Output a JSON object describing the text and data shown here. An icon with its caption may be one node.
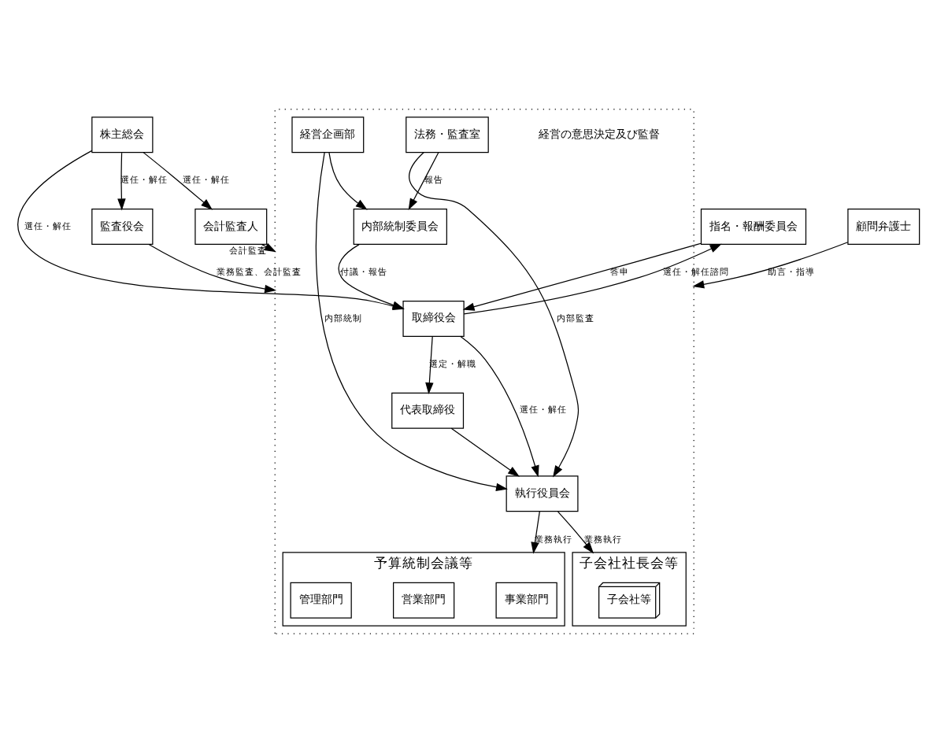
{
  "diagram": {
    "nodes": [
      {
        "text": [
          "株主総会"
        ]
      },
      {
        "text": [
          "指名・報酬委員会"
        ]
      },
      {
        "text": [],
        "shape": "box"
      },
      {
        "text": [
          "取締役会"
        ],
        "in": 2
      },
      {
        "text": [
          "監査役会"
        ]
      },
      {
        "text": [
          "代表取締役"
        ],
        "in": 2
      },
      {
        "text": [
          "会計監査人"
        ]
      },
      {
        "text": [
          "執行役員会"
        ],
        "in": 2
      },
      {
        "text": [
          "内部統制委員会"
        ],
        "in": 2
      },
      {
        "text": [
          "法務・監査室"
        ],
        "in": 2
      },
      {
        "text": [
          "経営企画部"
        ],
        "in": 2
      },
      {
        "text": [
          "顧問弁護士"
        ]
      },
      {
        "text": [
          "予算統制会議等"
        ],
        "in": 2
      },
      {
        "text": [
          "事業部門"
        ],
        "in": 12
      },
      {
        "text": [
          "営業部門"
        ],
        "in": 12
      },
      {
        "text": [
          "管理部門"
        ],
        "in": 12
      },
      {
        "text": [
          "子会社社長会等"
        ],
        "in": 2
      },
      {
        "text": [
          "子会社等"
        ],
        "in": 16
      }
    ],
    "edges": [
      {
        "from": 0,
        "to": 3,
        "arrow": "to",
        "label": "選任・解任"
      },
      {
        "from": 0,
        "to": 4,
        "arrow": "to",
        "label": "選任・解任"
      },
      {
        "from": 0,
        "to": 6,
        "arrow": "to",
        "label": "選任・解任"
      },
      {
        "from": 1,
        "to": 3,
        "arrow": "to",
        "label": "答申"
      },
      {
        "from": 3,
        "to": 1,
        "arrow": "to",
        "label": "選任・解任諮問"
      },
      {
        "from": 4,
        "to": 2,
        "arrow": "to",
        "label": "業務監査、会計監査"
      },
      {
        "from": 6,
        "to": 2,
        "arrow": "to",
        "label": "会計監査"
      },
      {
        "from": 3,
        "to": 5,
        "arrow": "to",
        "label": "選定・解職"
      },
      {
        "from": 3,
        "to": 7,
        "arrow": "to",
        "label": "選任・解任"
      },
      {
        "from": 5,
        "to": 7,
        "arrow": "to"
      },
      {
        "from": 8,
        "to": 3,
        "arrow": "to",
        "label": "付議・報告"
      },
      {
        "from": 9,
        "to": 8,
        "arrow": "to",
        "label": "報告"
      },
      {
        "from": 10,
        "to": 8,
        "arrow": "to"
      },
      {
        "from": 9,
        "to": 7,
        "arrow": "to",
        "label": "内部監査"
      },
      {
        "from": 10,
        "to": 7,
        "arrow": "to",
        "label": "内部統制"
      },
      {
        "from": 7,
        "to": 12,
        "arrow": "to",
        "label": "業務執行"
      },
      {
        "from": 7,
        "to": 16,
        "arrow": "to",
        "label": "業務執行"
      },
      {
        "from": 11,
        "to": 2,
        "arrow": "to",
        "label": "助言・指導"
      }
    ],
    "labels": [
      "経営の意思決定及び監督"
    ]
  }
}
